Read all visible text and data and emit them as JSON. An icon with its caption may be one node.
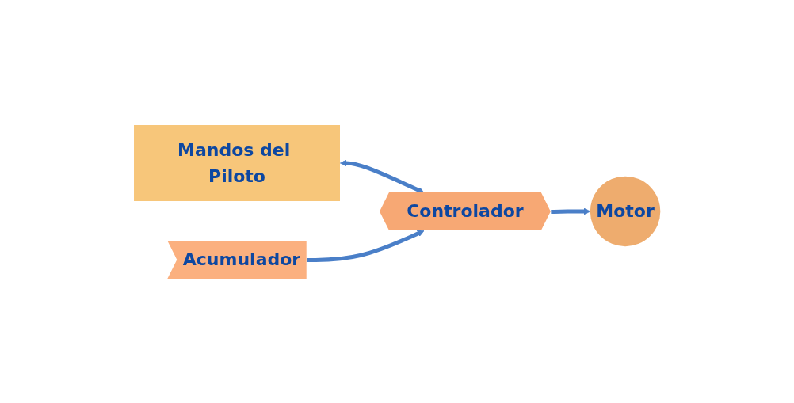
{
  "diagram": {
    "nodes": [
      {
        "text": [
          "Mandos del Piloto"
        ]
      },
      {
        "text": [
          "Acumulador"
        ]
      },
      {
        "text": [
          "Controlador"
        ]
      },
      {
        "text": [
          "Motor"
        ]
      }
    ],
    "edges": [
      {
        "from": 0,
        "to": 2,
        "arrow": "both"
      },
      {
        "from": 1,
        "to": 2,
        "arrow": "to"
      },
      {
        "from": 2,
        "to": 3,
        "arrow": "to"
      }
    ]
  }
}
